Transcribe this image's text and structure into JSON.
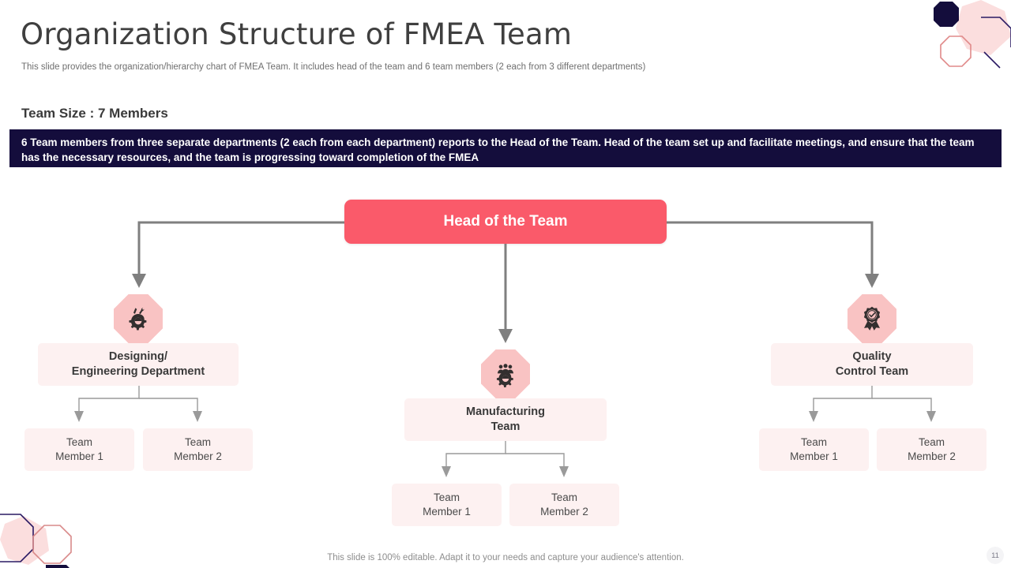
{
  "header": {
    "title": "Organization Structure of FMEA Team",
    "subtitle": "This slide provides the organization/hierarchy chart of FMEA Team. It includes head of the team and 6 team members (2 each from 3 different departments)",
    "team_size": "Team Size : 7 Members",
    "banner": "6 Team members from three separate departments (2 each from each department) reports to the Head of the Team. Head of the team set up and facilitate meetings, and ensure that the team has the necessary resources, and the team is progressing toward completion of the FMEA"
  },
  "chart_data": {
    "type": "diagram",
    "title": "Organization Structure of FMEA Team",
    "root": {
      "label": "Head of the Team"
    },
    "branches": [
      {
        "label": "Designing/\nEngineering Department",
        "label_line1": "Designing/",
        "label_line2": "Engineering Department",
        "icon": "gear-tools-icon",
        "members": [
          {
            "line1": "Team",
            "line2": "Member 1"
          },
          {
            "line1": "Team",
            "line2": "Member 2"
          }
        ]
      },
      {
        "label": "Manufacturing\nTeam",
        "label_line1": "Manufacturing",
        "label_line2": "Team",
        "icon": "team-gear-icon",
        "members": [
          {
            "line1": "Team",
            "line2": "Member 1"
          },
          {
            "line1": "Team",
            "line2": "Member 2"
          }
        ]
      },
      {
        "label": "Quality\nControl Team",
        "label_line1": "Quality",
        "label_line2": "Control Team",
        "icon": "quality-badge-icon",
        "members": [
          {
            "line1": "Team",
            "line2": "Member 1"
          },
          {
            "line1": "Team",
            "line2": "Member 2"
          }
        ]
      }
    ]
  },
  "colors": {
    "accent": "#fa5a6a",
    "banner_bg": "#140d3c",
    "icon_bg": "#f9c3c3",
    "box_bg": "#fdf1f1",
    "connector": "#7f7f7f"
  },
  "footer": {
    "note": "This slide is 100% editable. Adapt it to your needs and capture your audience's attention.",
    "page_number": "11"
  }
}
